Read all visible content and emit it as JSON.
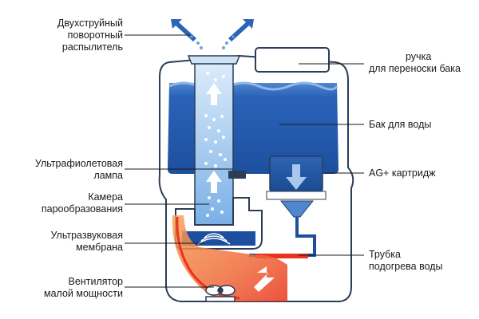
{
  "labels": {
    "sprayer": {
      "line1": "Двухструйный",
      "line2": "поворотный",
      "line3": "распылитель"
    },
    "handle": {
      "line1": "ручка",
      "line2": "для переноски бака"
    },
    "tank": {
      "line1": "Бак для воды"
    },
    "uv_lamp": {
      "line1": "Ультрафиолетовая",
      "line2": "лампа"
    },
    "cartridge": {
      "line1": "AG+ картридж"
    },
    "chamber": {
      "line1": "Камера",
      "line2": "парообразования"
    },
    "membrane": {
      "line1": "Ультразвуковая",
      "line2": "мембрана"
    },
    "heater": {
      "line1": "Трубка",
      "line2": "подогрева воды"
    },
    "fan": {
      "line1": "Вентилятор",
      "line2": "малой мощности"
    }
  },
  "colors": {
    "tank_blue": "#1d4f9e",
    "tank_light": "#4f86d0",
    "steam_light": "#dfeefb",
    "steam_blue": "#6aa5e0",
    "heat_red": "#e8341c",
    "heat_orange": "#f7a35a",
    "arrow_white": "#ffffff",
    "body_outline": "#2b3d57",
    "label_text": "#1a1a1a"
  }
}
